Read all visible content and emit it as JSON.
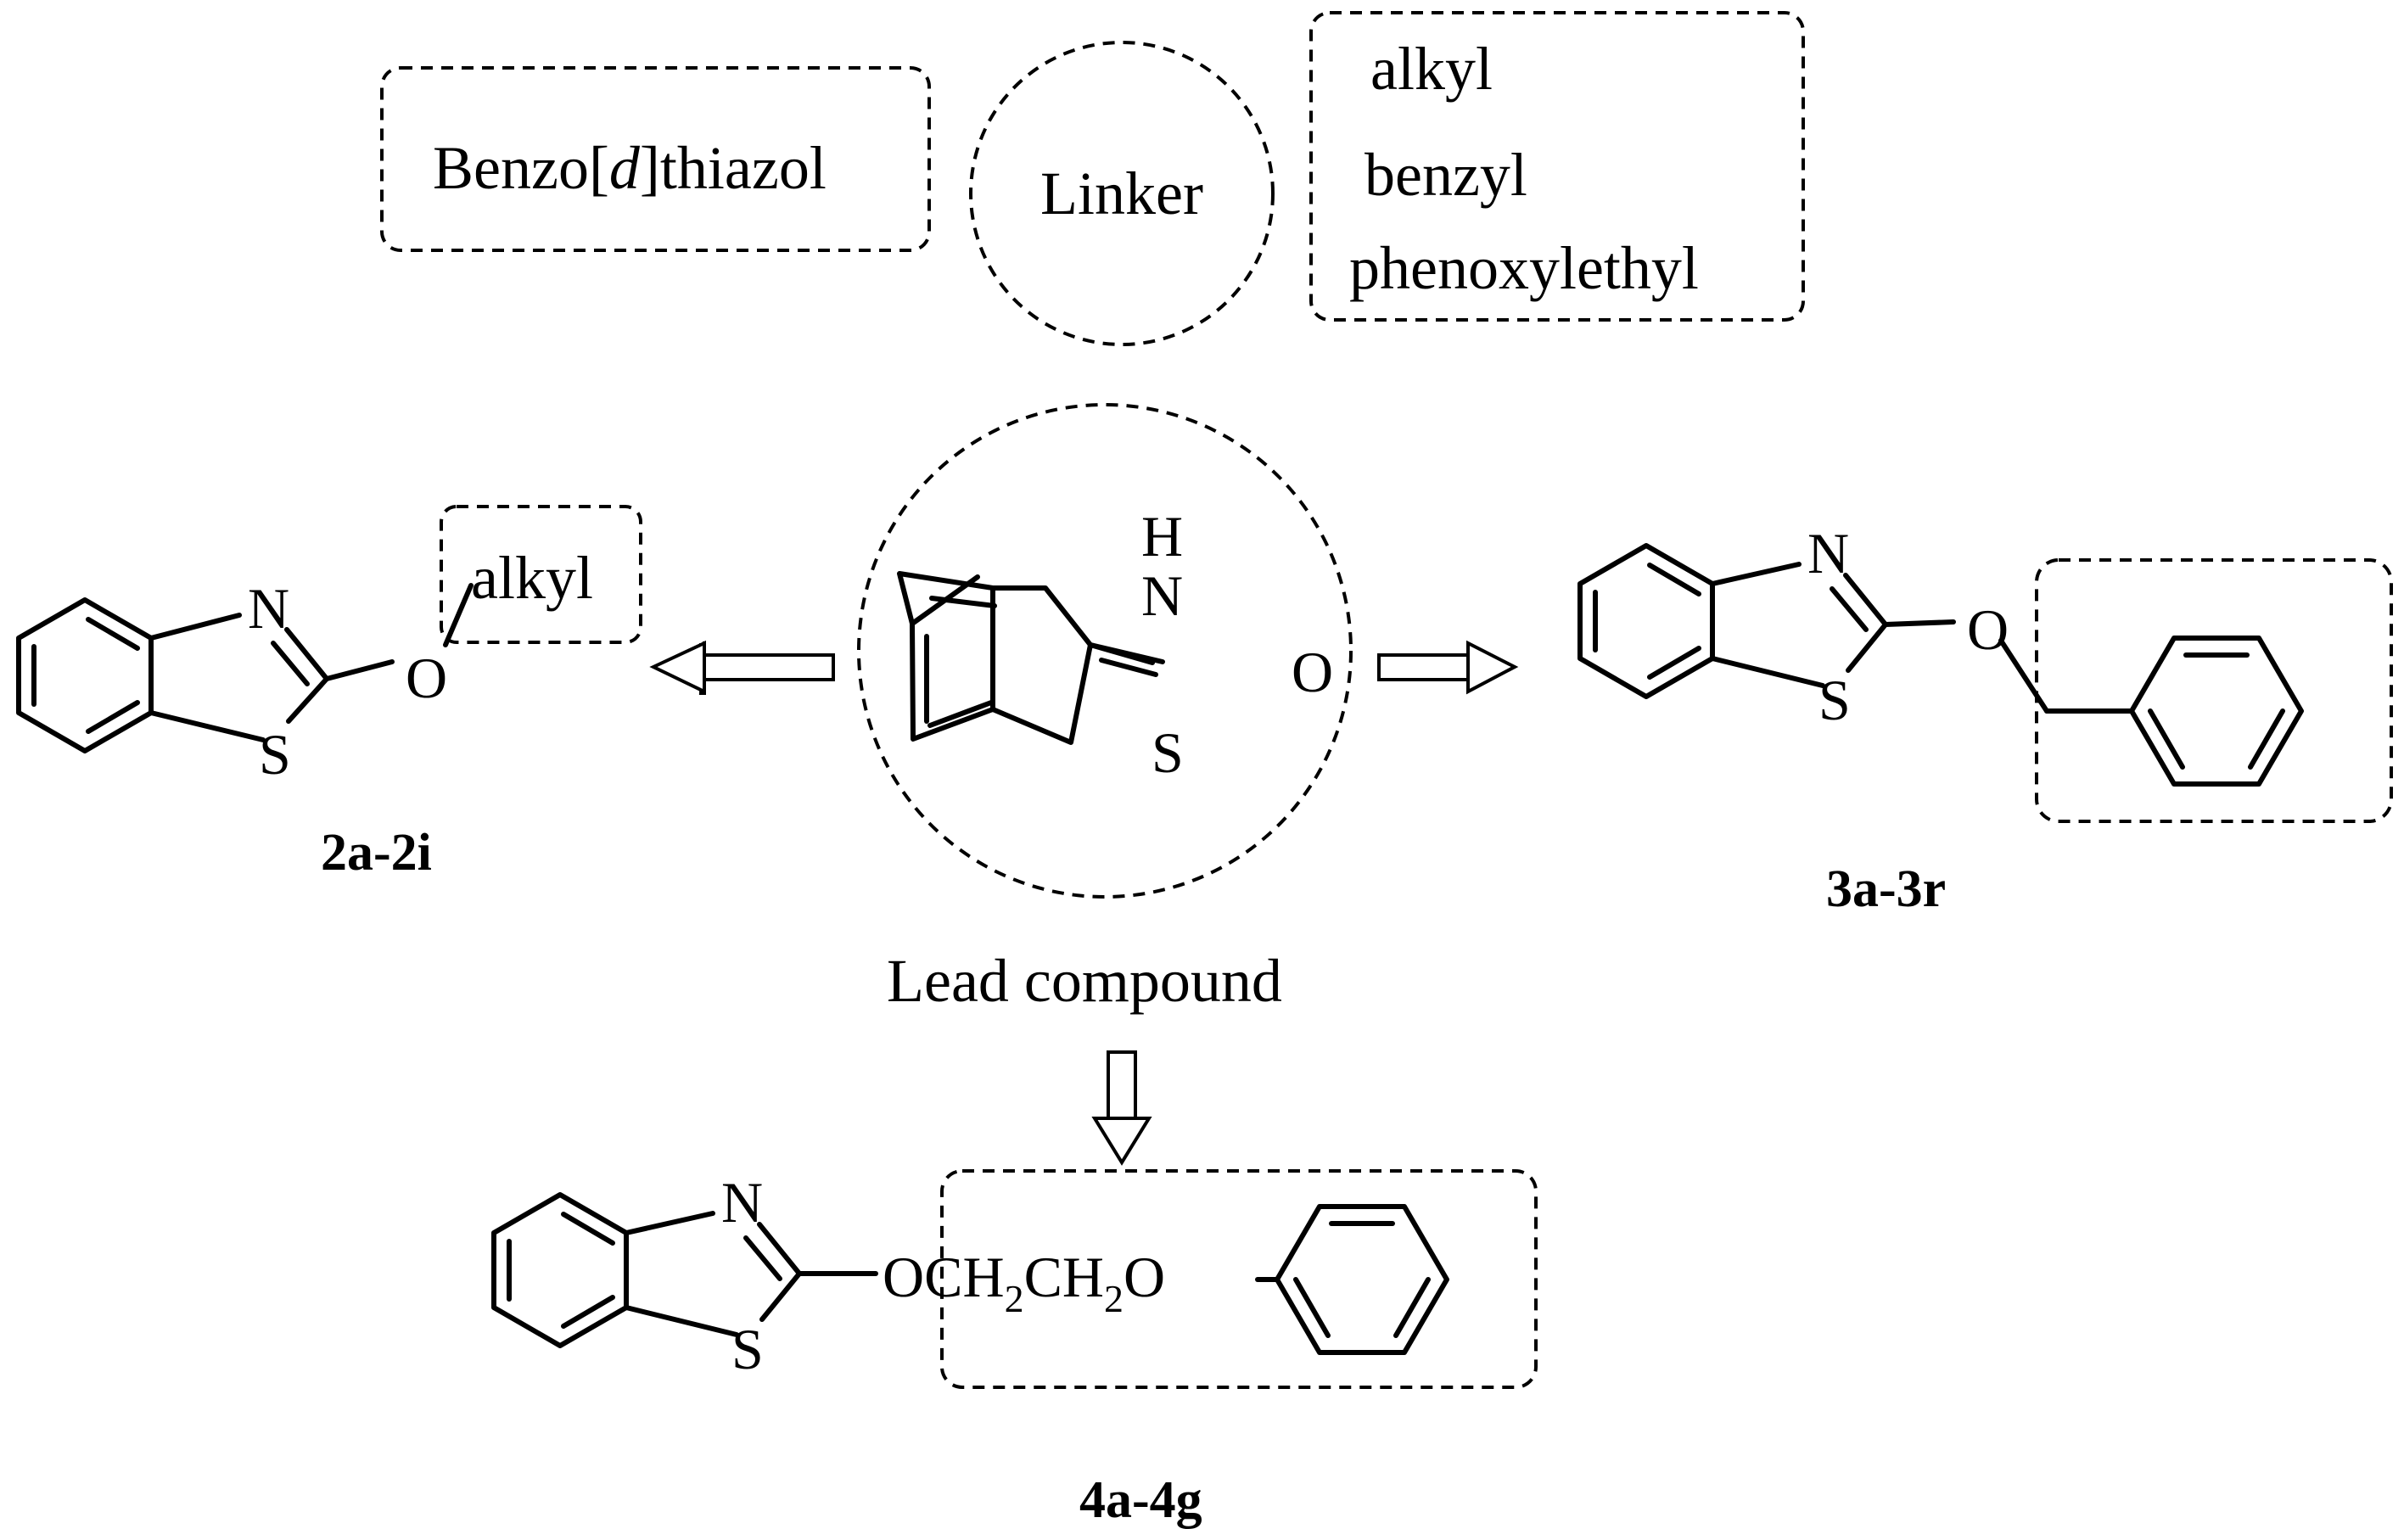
{
  "top_row": {
    "scaffold_label_prefix": "Benzo[",
    "scaffold_label_italic": "d",
    "scaffold_label_suffix": "]thiazol",
    "linker_label": "Linker",
    "substituents": [
      "alkyl",
      "benzyl",
      "phenoxylethyl"
    ]
  },
  "lead": {
    "atoms": {
      "H": "H",
      "N": "N",
      "O": "O",
      "S": "S"
    },
    "caption": "Lead compound"
  },
  "series_2": {
    "atoms": {
      "N": "N",
      "S": "S",
      "O": "O"
    },
    "group_label": "alkyl",
    "compound_label": "2a-2i"
  },
  "series_3": {
    "atoms": {
      "N": "N",
      "S": "S",
      "O": "O"
    },
    "compound_label": "3a-3r"
  },
  "series_4": {
    "atoms": {
      "N": "N",
      "S": "S"
    },
    "chain": {
      "O1": "O",
      "CH_a": "CH",
      "sub_a": "2",
      "CH_b": "CH",
      "sub_b": "2",
      "O2": "O"
    },
    "compound_label": "4a-4g"
  },
  "colors": {
    "ink": "#000000",
    "background": "#ffffff"
  }
}
